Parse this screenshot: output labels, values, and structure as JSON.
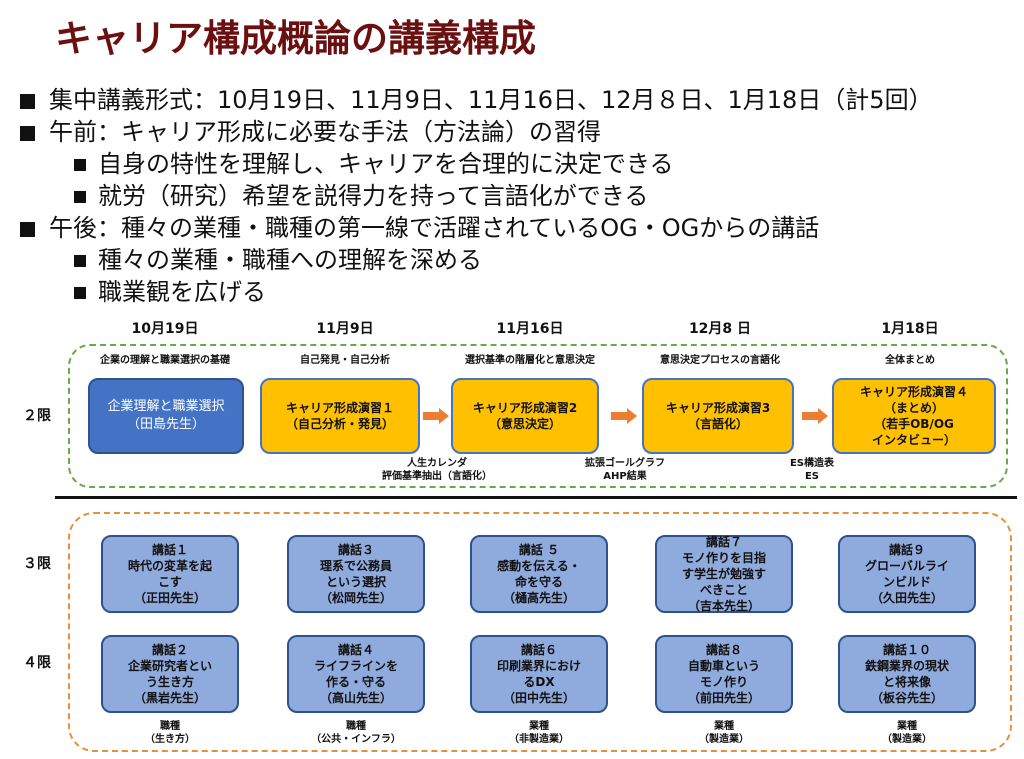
{
  "title": "キャリア構成概論の講義構成",
  "bullets": [
    {
      "level": 1,
      "text": "集中講義形式：10月19日、11月9日、11月16日、12月８日、1月18日（計5回）"
    },
    {
      "level": 1,
      "text": "午前：キャリア形成に必要な手法（方法論）の習得"
    },
    {
      "level": 2,
      "text": "自身の特性を理解し、キャリアを合理的に決定できる"
    },
    {
      "level": 2,
      "text": "就労（研究）希望を説得力を持って言語化ができる"
    },
    {
      "level": 1,
      "text": "午後：種々の業種・職種の第一線で活躍されているOG・OGからの講話"
    },
    {
      "level": 2,
      "text": "種々の業種・職種への理解を深める"
    },
    {
      "level": 2,
      "text": "職業観を広げる"
    }
  ],
  "schedule": {
    "dates": [
      "10月19日",
      "11月9日",
      "11月16日",
      "12月8 日",
      "1月18日"
    ],
    "topics": [
      "企業の理解と職業選択の基礎",
      "自己発見・自己分析",
      "選択基準の階層化と意思決定",
      "意思決定プロセスの言語化",
      "全体まとめ"
    ],
    "periods": {
      "p2": "２限",
      "p3": "３限",
      "p4": "４限"
    },
    "period2_boxes": [
      "企業理解と職業選択\n（田島先生）",
      "キャリア形成演習１\n（自己分析・発見）",
      "キャリア形成演習2\n（意思決定）",
      "キャリア形成演習3\n（言語化）",
      "キャリア形成演習４\n（まとめ）\n（若手OB/OG\nインタビュー）"
    ],
    "tools": [
      "人生カレンダ\n評価基準抽出（言語化）",
      "拡張ゴールグラフ\nAHP結果",
      "ES構造表\nES"
    ],
    "period3_talks": [
      "講話１\n時代の変革を起\nこす\n（正田先生）",
      "講話３\n理系で公務員\nという選択\n（松岡先生）",
      "講話 ５\n感動を伝える・\n命を守る\n（樋高先生）",
      "講話７\nモノ作りを目指\nす学生が勉強す\nべきこと\n（吉本先生）",
      "講話９\nグローバルライ\nンビルド\n（久田先生）"
    ],
    "period4_talks": [
      "講話２\n企業研究者とい\nう生き方\n（黒岩先生）",
      "講話４\nライフラインを\n作る・守る\n（高山先生）",
      "講話６\n印刷業界におけ\nるDX\n（田中先生）",
      "講話８\n自動車という\nモノ作り\n（前田先生）",
      "講話１０\n鉄鋼業界の現状\nと将来像\n（板谷先生）"
    ],
    "categories": [
      "職種\n（生き方）",
      "職種\n（公共・インフラ）",
      "業種\n（非製造業）",
      "業種\n（製造業）",
      "業種\n（製造業）"
    ]
  },
  "colors": {
    "title": "#6b1010",
    "blue_box": "#4472c4",
    "yellow_box": "#ffc000",
    "talk_box": "#8faadc",
    "green_dash": "#6aa84f",
    "orange_dash": "#e69138",
    "arrow": "#ed7d31"
  }
}
